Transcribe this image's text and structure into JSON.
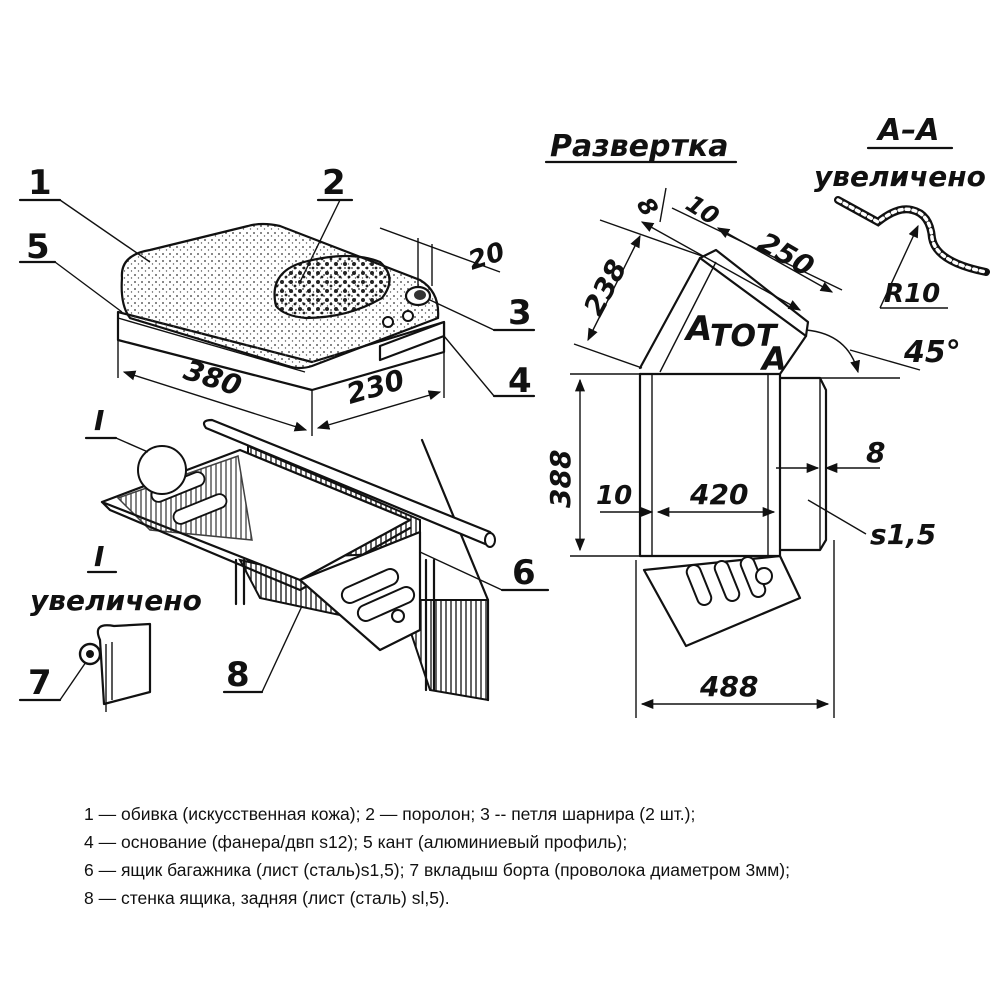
{
  "labels": {
    "razvertka": "Развертка",
    "aa_title": "А–А",
    "aa_sub": "увеличено",
    "i_top": "I",
    "i_bottom": "I",
    "i_sub": "увеличено",
    "r10": "R10",
    "a_letters": [
      "А",
      "А"
    ]
  },
  "parts": [
    "1",
    "2",
    "3",
    "4",
    "5",
    "6",
    "7",
    "8"
  ],
  "dims": {
    "d20": "20",
    "d380": "380",
    "d230": "230",
    "d8_top": "8",
    "d10_top": "10",
    "d238": "238",
    "d250": "250",
    "d45": "45°",
    "d388": "388",
    "d10_mid": "10",
    "d420": "420",
    "d8_mid": "8",
    "s15": "s1,5",
    "d488": "488"
  },
  "caption": [
    "1 — обивка (искусственная кожа); 2 — поролон; 3 -- петля шарнира (2 шт.);",
    "4 — основание (фанера/двп s12); 5 кант (алюминиевый профиль);",
    "6 — ящик багажника (лист (сталь)s1,5); 7 вкладыш борта (проволока диаметром 3мм);",
    "8 — стенка ящика, задняя (лист (сталь) sl,5)."
  ]
}
